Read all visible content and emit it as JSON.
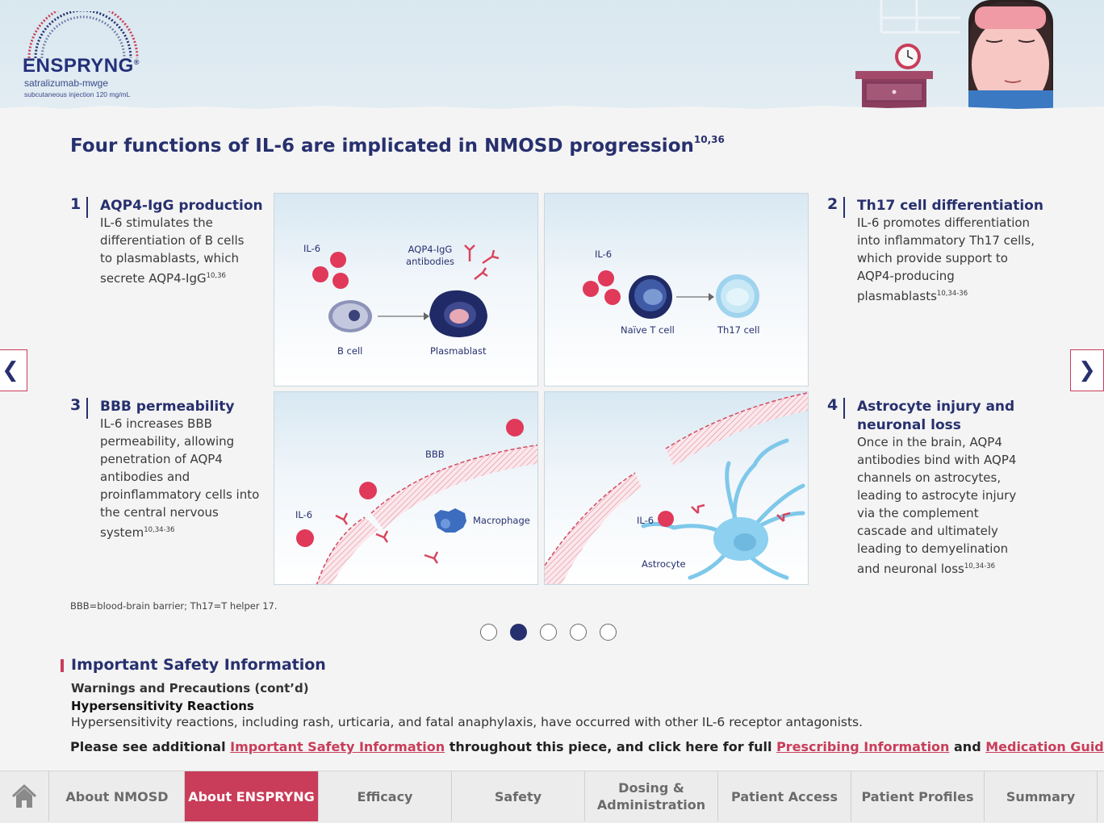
{
  "brand": {
    "name": "ENSPRYNG",
    "registered": "®",
    "generic": "satralizumab-mwge",
    "formulation": "subcutaneous injection 120 mg/mL"
  },
  "title": {
    "text": "Four functions of IL-6 are implicated in NMOSD progression",
    "ref": "10,36"
  },
  "steps": [
    {
      "num": "1",
      "title": "AQP4-IgG production",
      "body": "IL-6 stimulates the differentiation of B cells to plasmablasts, which secrete AQP4-IgG",
      "ref": "10,36"
    },
    {
      "num": "2",
      "title": "Th17 cell differentiation",
      "body": "IL-6 promotes differentiation into inflammatory Th17 cells, which provide support to AQP4-producing plasmablasts",
      "ref": "10,34-36"
    },
    {
      "num": "3",
      "title": "BBB permeability",
      "body": "IL-6 increases BBB permeability, allowing penetration of AQP4 antibodies and proinflammatory cells into the central nervous system",
      "ref": "10,34-36"
    },
    {
      "num": "4",
      "title": "Astrocyte injury and neuronal loss",
      "body": "Once in the brain, AQP4 antibodies bind with AQP4 channels on astrocytes, leading to astrocyte injury via the complement cascade and ultimately leading to demyelination and neuronal loss",
      "ref": "10,34-36"
    }
  ],
  "panels": {
    "p1": {
      "il6": "IL-6",
      "antibodies": "AQP4-IgG\nantibodies",
      "bcell": "B cell",
      "plasmablast": "Plasmablast"
    },
    "p2": {
      "il6": "IL-6",
      "naive": "Naïve T cell",
      "th17": "Th17 cell"
    },
    "p3": {
      "bbb": "BBB",
      "il6": "IL-6",
      "macrophage": "Macrophage"
    },
    "p4": {
      "il6": "IL-6",
      "astrocyte": "Astrocyte"
    }
  },
  "footnote": "BBB=blood-brain barrier; Th17=T helper 17.",
  "carousel": {
    "total": 5,
    "active": 2
  },
  "nav_arrows": {
    "prev": "❮",
    "next": "❯"
  },
  "isi": {
    "title": "Important Safety Information",
    "subtitle": "Warnings and Precautions (cont’d)",
    "subsection": "Hypersensitivity Reactions",
    "text": "Hypersensitivity reactions, including rash, urticaria, and fatal anaphylaxis, have occurred with other IL-6 receptor antagonists.",
    "links_prefix": "Please see additional ",
    "link1": "Important Safety Information",
    "links_mid": " throughout this piece, and click here for full ",
    "link2": "Prescribing Information",
    "links_and": " and ",
    "link3": "Medication Guide",
    "links_end": "."
  },
  "nav": [
    {
      "label": "About NMOSD",
      "active": false
    },
    {
      "label": "About ENSPRYNG",
      "active": true
    },
    {
      "label": "Efficacy",
      "active": false
    },
    {
      "label": "Safety",
      "active": false
    },
    {
      "label": "Dosing &\nAdministration",
      "active": false
    },
    {
      "label": "Patient Access",
      "active": false
    },
    {
      "label": "Patient Profiles",
      "active": false
    },
    {
      "label": "Summary",
      "active": false
    }
  ],
  "colors": {
    "navy": "#27306e",
    "accent": "#c93d5a",
    "il6_red": "#e0395a"
  }
}
